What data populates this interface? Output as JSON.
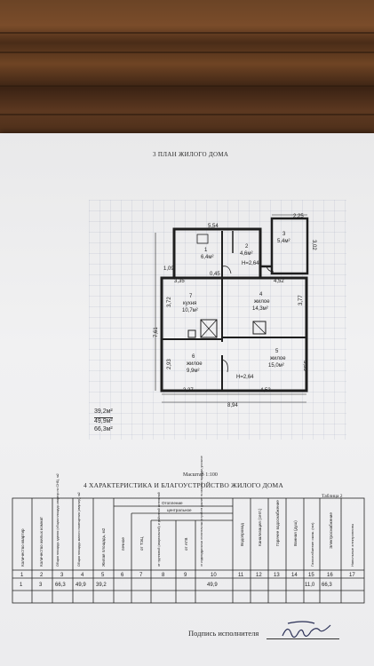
{
  "section_title": "3 ПЛАН ЖИЛОГО ДОМА",
  "plan": {
    "dims": {
      "top_width": "5,54",
      "vestibule_width": "2,25",
      "vestibule_depth": "3,02",
      "upper_corridor": "0,45",
      "left_upper": "3,35",
      "right_upper": "4,52",
      "left_side_upper": "3,72",
      "left_outer": "7,61",
      "left_side_lower": "2,93",
      "right_side_upper": "3,77",
      "right_side_lower": "3,33",
      "bottom_left": "3,37",
      "bottom_right": "4,53",
      "bottom_total": "8,94",
      "small_offset": "1,09"
    },
    "rooms": [
      {
        "number": "1",
        "area": "6,4м²"
      },
      {
        "number": "2",
        "area": "4,6м²"
      },
      {
        "number": "3",
        "area": "5,4м²"
      },
      {
        "number": "4",
        "name": "жилое",
        "area": "14,3м²"
      },
      {
        "number": "5",
        "name": "жилое",
        "area": "15,0м²"
      },
      {
        "number": "6",
        "name": "жилое",
        "area": "9,9м²"
      },
      {
        "number": "7",
        "name": "кухня",
        "area": "10,7м²"
      }
    ],
    "height_upper": "H=2,64",
    "height_lower": "H=2,64"
  },
  "area_summary": [
    "39,2м²",
    "49,9м²",
    "66,3м²"
  ],
  "scale": "Масштаб 1:100",
  "section4_title": "4 ХАРАКТЕРИСТИКА И БЛАГОУСТРОЙСТВО  ЖИЛОГО ДОМА",
  "table_label": "Таблица 2",
  "table": {
    "headers": {
      "c1": "Количество квартир",
      "c2": "Количество жилых комнат",
      "c3": "Общая площадь здания (общая площадь квартир по СНБ), м2",
      "c4": "Общая площадь жилого помещения (квартир), м2",
      "c5": "Жилая площадь, м2",
      "heating": "Отопление",
      "central": "центральное",
      "c6": "печное",
      "c7": "от ТЭЦ",
      "c8": "от групповой (квартальной) и районной котельной",
      "c9": "от АГВ",
      "c10": "от индивидуальных отопительных устройств (расчет по газовым тарифам, угольное",
      "c11": "Водопровод",
      "c12": "Канализация (септ.)",
      "c13": "Горячее водоснабжение",
      "c14": "Ванная (душ)",
      "c15": "Газоснабжение сжиж. (газ)",
      "c16": "Электроснабжение",
      "c17": "Напольные электроплиты"
    },
    "col_numbers": [
      "1",
      "2",
      "3",
      "4",
      "5",
      "6",
      "7",
      "8",
      "9",
      "10",
      "11",
      "12",
      "13",
      "14",
      "15",
      "16",
      "17"
    ],
    "row": {
      "c1": "1",
      "c2": "3",
      "c3": "66,3",
      "c4": "49,9",
      "c5": "39,2",
      "c10": "49,9",
      "c15": "11,0",
      "c16": "66,3"
    }
  },
  "signature_label": "Подпись исполнителя"
}
